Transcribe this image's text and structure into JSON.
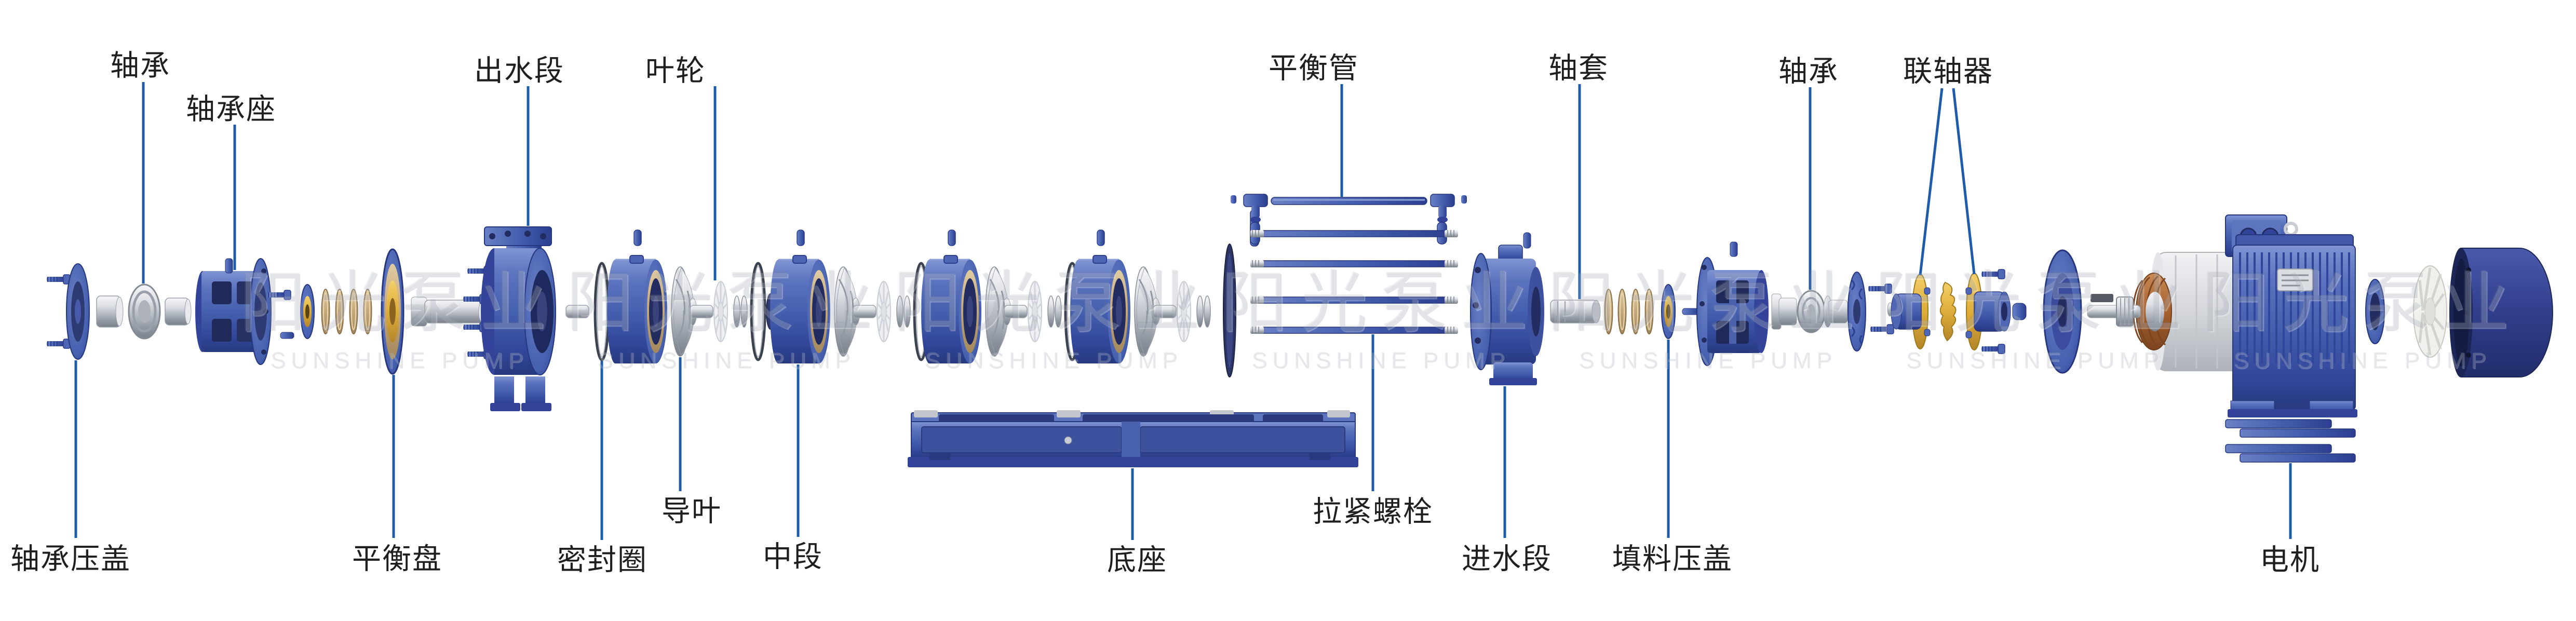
{
  "diagram_type": "exploded-view of a horizontal multistage centrifugal pump",
  "watermark": {
    "cn": "阳光泵业",
    "en": "SUNSHINE PUMP"
  },
  "colors": {
    "background": "#ffffff",
    "leader_line": "#1e5ca9",
    "label_text": "#1f1f1f",
    "pump_blue": "#4a61ae",
    "dark_blue": "#2c3e8f",
    "navy": "#2b3564",
    "silver": "#c9ccd3",
    "tan": "#c3a177",
    "gold": "#e2ae3a",
    "copper": "#a9683c"
  },
  "labels": [
    {
      "id": "bearing-left",
      "text": "轴承"
    },
    {
      "id": "bearing-housing",
      "text": "轴承座"
    },
    {
      "id": "discharge-section",
      "text": "出水段"
    },
    {
      "id": "impeller",
      "text": "叶轮"
    },
    {
      "id": "balance-pipe",
      "text": "平衡管"
    },
    {
      "id": "shaft-sleeve",
      "text": "轴套"
    },
    {
      "id": "bearing-right",
      "text": "轴承"
    },
    {
      "id": "coupling",
      "text": "联轴器"
    },
    {
      "id": "bearing-gland",
      "text": "轴承压盖"
    },
    {
      "id": "balance-disc",
      "text": "平衡盘"
    },
    {
      "id": "seal-ring",
      "text": "密封圈"
    },
    {
      "id": "guide-vane",
      "text": "导叶"
    },
    {
      "id": "middle-section",
      "text": "中段"
    },
    {
      "id": "base",
      "text": "底座"
    },
    {
      "id": "tension-bolt",
      "text": "拉紧螺栓"
    },
    {
      "id": "inlet-section",
      "text": "进水段"
    },
    {
      "id": "packing-gland",
      "text": "填料压盖"
    },
    {
      "id": "motor",
      "text": "电机"
    }
  ]
}
